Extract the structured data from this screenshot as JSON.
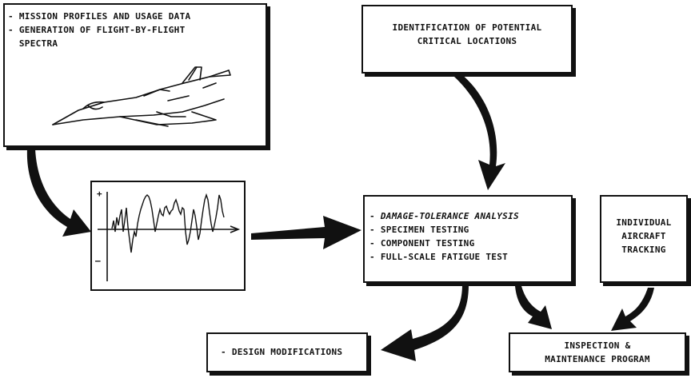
{
  "mission_box": {
    "line1": "- MISSION PROFILES AND USAGE DATA",
    "line2": "- GENERATION OF FLIGHT-BY-FLIGHT",
    "line3": "  SPECTRA"
  },
  "critical_box": {
    "line1": "IDENTIFICATION OF POTENTIAL",
    "line2": "CRITICAL LOCATIONS"
  },
  "spectrum_box": {
    "plus": "+",
    "minus": "—"
  },
  "analysis_box": {
    "item1_prefix": "- ",
    "item1_em": "DAMAGE-TOLERANCE",
    "item1_rest": " ANALYSIS",
    "item2": "- SPECIMEN TESTING",
    "item3": "- COMPONENT TESTING",
    "item4": "- FULL-SCALE FATIGUE TEST"
  },
  "tracking_box": {
    "line1": "INDIVIDUAL",
    "line2": "AIRCRAFT",
    "line3": "TRACKING"
  },
  "design_box": {
    "line1": "- DESIGN MODIFICATIONS"
  },
  "inspection_box": {
    "line1": "INSPECTION &",
    "line2": "MAINTENANCE PROGRAM"
  }
}
